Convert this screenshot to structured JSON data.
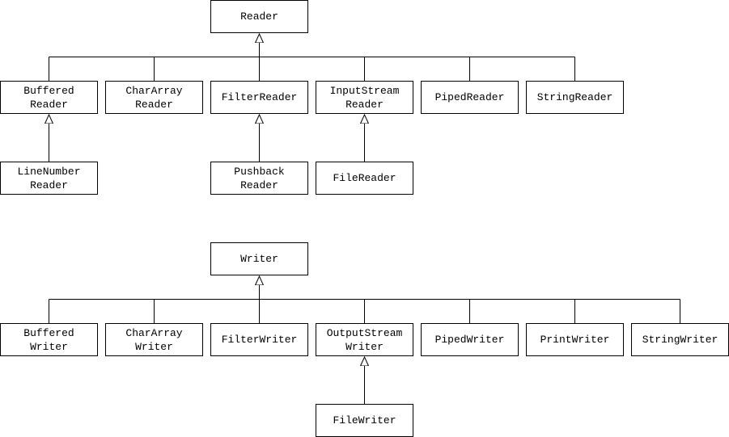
{
  "reader_hierarchy": {
    "root": "Reader",
    "children": [
      "Buffered\nReader",
      "CharArray\nReader",
      "FilterReader",
      "InputStream\nReader",
      "PipedReader",
      "StringReader"
    ],
    "grandchildren": [
      {
        "label": "LineNumber\nReader",
        "parent": "Buffered\nReader"
      },
      {
        "label": "Pushback\nReader",
        "parent": "FilterReader"
      },
      {
        "label": "FileReader",
        "parent": "InputStream\nReader"
      }
    ]
  },
  "writer_hierarchy": {
    "root": "Writer",
    "children": [
      "Buffered\nWriter",
      "CharArray\nWriter",
      "FilterWriter",
      "OutputStream\nWriter",
      "PipedWriter",
      "PrintWriter",
      "StringWriter"
    ],
    "grandchildren": [
      {
        "label": "FileWriter",
        "parent": "OutputStream\nWriter"
      }
    ]
  }
}
